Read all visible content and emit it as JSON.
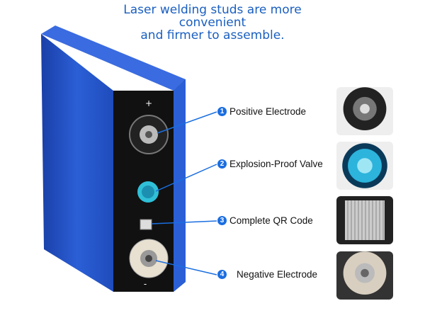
{
  "headline": {
    "line1": "Laser welding studs are more",
    "line2": "convenient",
    "line3": "and firmer to assemble."
  },
  "terminal_labels": {
    "positive": "+",
    "negative": "-"
  },
  "callouts": [
    {
      "number": "1",
      "label": "Positive Electrode"
    },
    {
      "number": "2",
      "label": "Explosion-Proof Valve"
    },
    {
      "number": "3",
      "label": "Complete QR Code"
    },
    {
      "number": "4",
      "label": "Negative Electrode"
    }
  ],
  "colors": {
    "accent": "#1a6ee0",
    "battery_blue": "#1f4fbf",
    "text_blue": "#1a5fc0"
  }
}
